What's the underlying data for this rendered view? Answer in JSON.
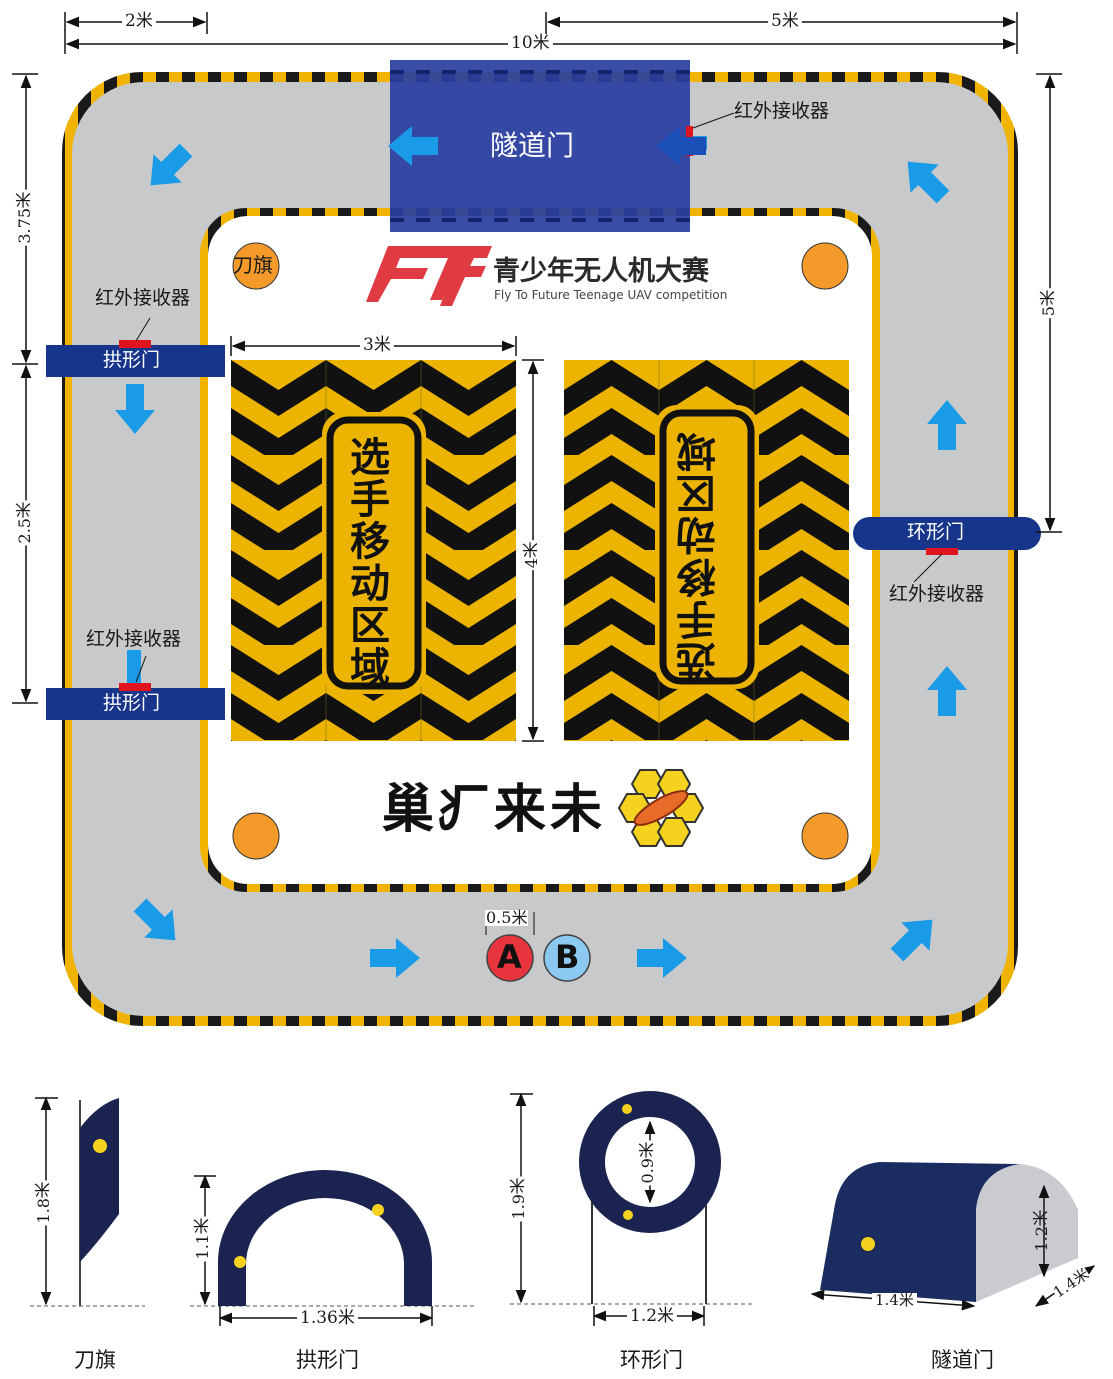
{
  "dimensions": {
    "top_2m": "2米",
    "top_5m": "5米",
    "top_10m": "10米",
    "left_375m": "3.75米",
    "left_25m": "2.5米",
    "right_5m": "5米",
    "zone_3m": "3米",
    "zone_4m": "4米",
    "gap_05m": "0.5米"
  },
  "gates": {
    "tunnel": "隧道门",
    "arch_upper": "拱形门",
    "arch_lower": "拱形门",
    "ring": "环形门"
  },
  "ir_receivers": {
    "top": "红外接收器",
    "left_upper": "红外接收器",
    "left_lower": "红外接收器",
    "right": "红外接收器"
  },
  "flag_marker": "刀旗",
  "brand": {
    "logo_text": "FTF",
    "title": "青少年无人机大赛",
    "subtitle": "Fly To Future Teenage UAV competition",
    "sponsor": "未来飞巢"
  },
  "zones": {
    "left": "选手移动区域",
    "right": "选手移动区域"
  },
  "start_positions": {
    "a": "A",
    "b": "B"
  },
  "legend": [
    {
      "name": "刀旗",
      "height": "1.8米"
    },
    {
      "name": "拱形门",
      "height": "1.1米",
      "width": "1.36米"
    },
    {
      "name": "环形门",
      "height": "1.9米",
      "inner": "0.9米",
      "width": "1.2米"
    },
    {
      "name": "隧道门",
      "height": "1.2米",
      "width": "1.4米",
      "depth": "1.4米"
    }
  ],
  "colors": {
    "track": "#c8c9cb",
    "border_yellow": "#f0b400",
    "gate_navy": "#17358a",
    "tunnel_blue": "#2a3fa0",
    "arrow": "#1a9be8",
    "ir_red": "#e0141e",
    "marker_orange": "#f39a2b",
    "zone_yellow": "#ecb400",
    "start_a": "#e8343c",
    "start_b": "#8cc9f0"
  },
  "icons": [
    "direction-arrow-icon",
    "receiver-icon",
    "honeycomb-logo-icon",
    "drone-icon"
  ]
}
